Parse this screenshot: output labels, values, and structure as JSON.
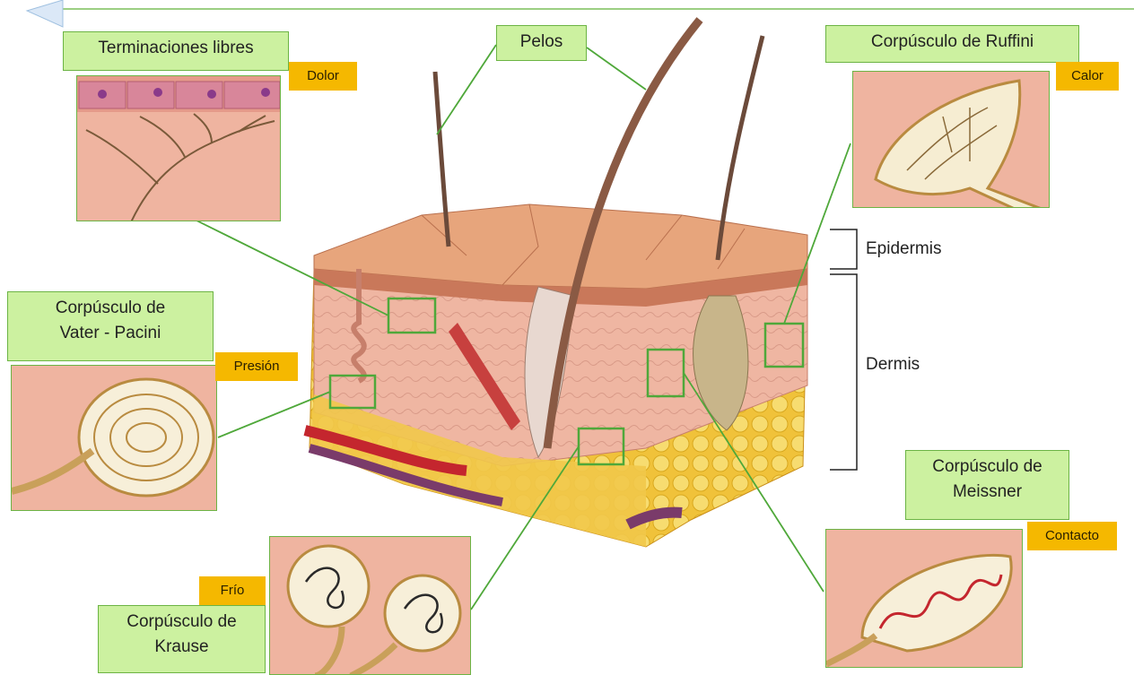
{
  "labels": {
    "terminaciones": "Terminaciones libres",
    "pelos": "Pelos",
    "ruffini": "Corpúsculo de Ruffini",
    "pacini_line1": "Corpúsculo de",
    "pacini_line2": "Vater - Pacini",
    "meissner_line1": "Corpúsculo de",
    "meissner_line2": "Meissner",
    "krause_line1": "Corpúsculo de",
    "krause_line2": "Krause"
  },
  "tags": {
    "dolor": "Dolor",
    "calor": "Calor",
    "presion": "Presión",
    "contacto": "Contacto",
    "frio": "Frío"
  },
  "layers": {
    "epidermis": "Epidermis",
    "dermis": "Dermis"
  },
  "colors": {
    "label_fill": "#ccf1a0",
    "label_border": "#6cb444",
    "tag_fill": "#f5b800",
    "leader_line": "#4fa83a",
    "skin": "#f0b49a",
    "fat": "#f3d24a"
  }
}
